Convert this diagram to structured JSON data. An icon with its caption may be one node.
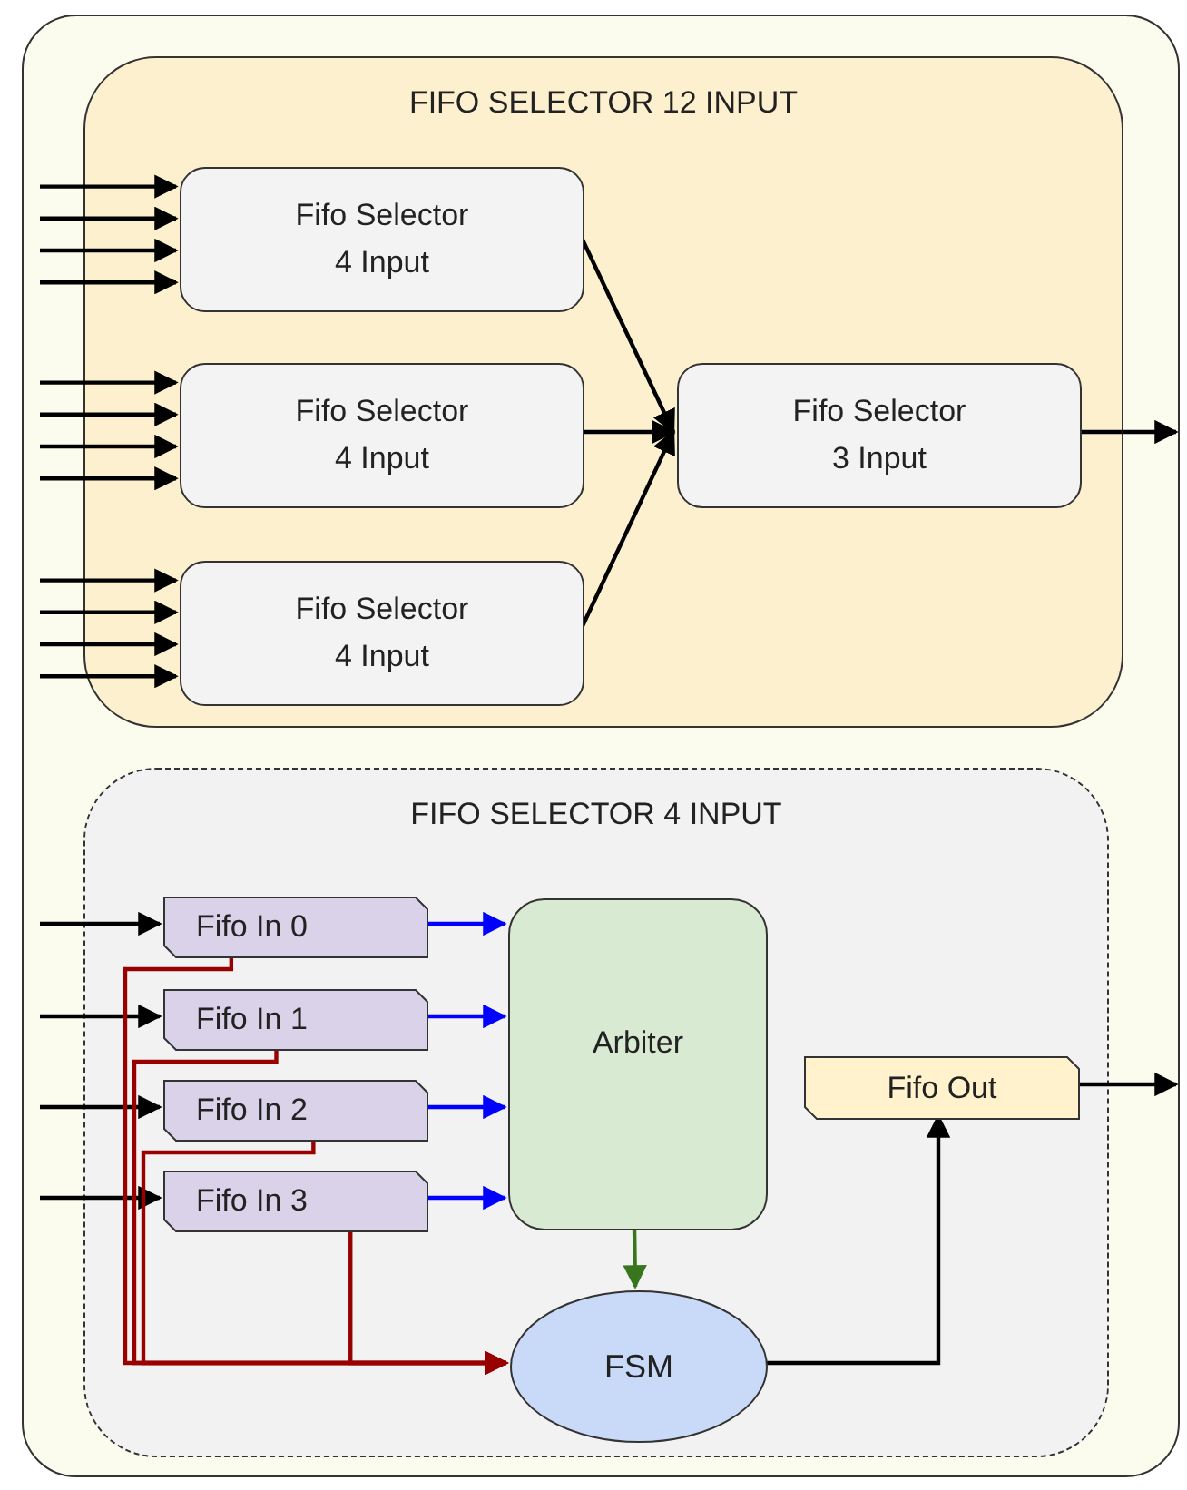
{
  "diagram": {
    "nodes": [
      {
        "text": [],
        "shape": "box"
      },
      {
        "text": [
          "FIFO SELECTOR 12 INPUT"
        ],
        "in": 0
      },
      {
        "text": [
          "Fifo Selector 4 Input"
        ],
        "in": 1
      },
      {
        "text": [
          "Fifo Selector 4 Input"
        ],
        "in": 1
      },
      {
        "text": [
          "Fifo Selector 4 Input"
        ],
        "in": 1
      },
      {
        "text": [
          "Fifo Selector 3 Input"
        ],
        "in": 1
      },
      {
        "text": [
          "FIFO SELECTOR 4 INPUT"
        ],
        "in": 0
      },
      {
        "text": [
          "Fifo In 0"
        ],
        "in": 6
      },
      {
        "text": [
          "Fifo In 1"
        ],
        "in": 6
      },
      {
        "text": [
          "Fifo In 2"
        ],
        "in": 6
      },
      {
        "text": [
          "Fifo In 3"
        ],
        "in": 6
      },
      {
        "text": [
          "Arbiter"
        ],
        "in": 6
      },
      {
        "text": [
          "FSM"
        ],
        "in": 6
      },
      {
        "text": [
          "Fifo Out"
        ],
        "in": 6
      }
    ],
    "edges": [
      {
        "from": null,
        "to": 2,
        "arrow": "to"
      },
      {
        "from": null,
        "to": 2,
        "arrow": "to"
      },
      {
        "from": null,
        "to": 2,
        "arrow": "to"
      },
      {
        "from": null,
        "to": 2,
        "arrow": "to"
      },
      {
        "from": null,
        "to": 3,
        "arrow": "to"
      },
      {
        "from": null,
        "to": 3,
        "arrow": "to"
      },
      {
        "from": null,
        "to": 3,
        "arrow": "to"
      },
      {
        "from": null,
        "to": 3,
        "arrow": "to"
      },
      {
        "from": null,
        "to": 4,
        "arrow": "to"
      },
      {
        "from": null,
        "to": 4,
        "arrow": "to"
      },
      {
        "from": null,
        "to": 4,
        "arrow": "to"
      },
      {
        "from": null,
        "to": 4,
        "arrow": "to"
      },
      {
        "from": 2,
        "to": 5,
        "arrow": "to"
      },
      {
        "from": 3,
        "to": 5,
        "arrow": "to"
      },
      {
        "from": 4,
        "to": 5,
        "arrow": "to"
      },
      {
        "from": 5,
        "to": null,
        "arrow": "to"
      },
      {
        "from": null,
        "to": 7,
        "arrow": "to"
      },
      {
        "from": null,
        "to": 8,
        "arrow": "to"
      },
      {
        "from": null,
        "to": 9,
        "arrow": "to"
      },
      {
        "from": null,
        "to": 10,
        "arrow": "to"
      },
      {
        "from": 7,
        "to": 11,
        "arrow": "to",
        "color": "#0000ff"
      },
      {
        "from": 8,
        "to": 11,
        "arrow": "to",
        "color": "#0000ff"
      },
      {
        "from": 9,
        "to": 11,
        "arrow": "to",
        "color": "#0000ff"
      },
      {
        "from": 10,
        "to": 11,
        "arrow": "to",
        "color": "#0000ff"
      },
      {
        "from": 11,
        "to": 12,
        "arrow": "to",
        "color": "#38761d"
      },
      {
        "from": 7,
        "to": 12,
        "arrow": "to",
        "color": "#990000"
      },
      {
        "from": 8,
        "to": 12,
        "arrow": "to",
        "color": "#990000"
      },
      {
        "from": 9,
        "to": 12,
        "arrow": "to",
        "color": "#990000"
      },
      {
        "from": 10,
        "to": 12,
        "arrow": "to",
        "color": "#990000"
      },
      {
        "from": 12,
        "to": 13,
        "arrow": "to"
      },
      {
        "from": 13,
        "to": null,
        "arrow": "to"
      }
    ]
  }
}
